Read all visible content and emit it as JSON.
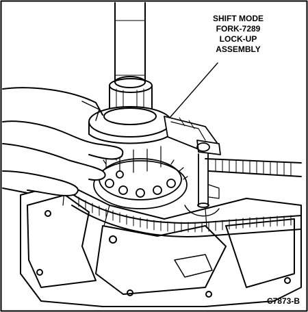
{
  "callout": {
    "lines": [
      "SHIFT MODE",
      "FORK-7289",
      "LOCK-UP",
      "ASSEMBLY"
    ]
  },
  "figure_code": "C7873-B",
  "colors": {
    "ink": "#000000",
    "paper": "#ffffff"
  }
}
